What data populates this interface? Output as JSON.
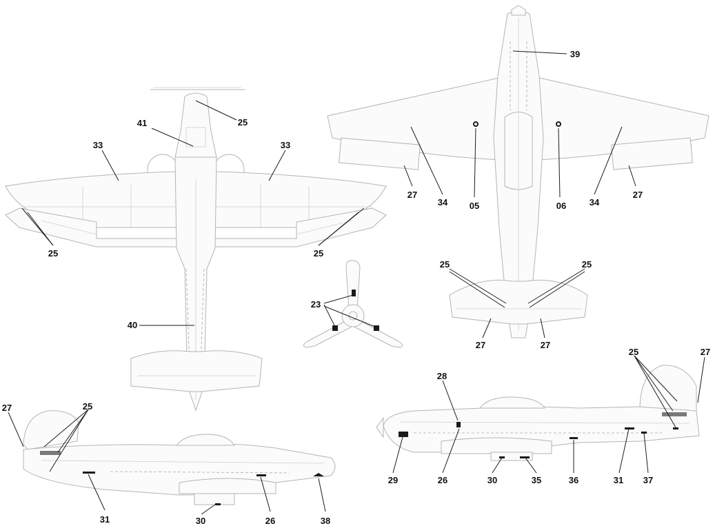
{
  "diagram": {
    "views": {
      "underside_left": {
        "callouts": [
          "25",
          "41",
          "33",
          "33",
          "25",
          "25",
          "40"
        ]
      },
      "top_right": {
        "callouts": [
          "39",
          "27",
          "34",
          "05",
          "06",
          "34",
          "27",
          "25",
          "25",
          "27",
          "27"
        ]
      },
      "propeller": {
        "callouts": [
          "23"
        ]
      },
      "side_left": {
        "callouts": [
          "27",
          "25",
          "31",
          "30",
          "26",
          "38"
        ]
      },
      "side_right": {
        "callouts": [
          "25",
          "27",
          "28",
          "29",
          "26",
          "30",
          "35",
          "36",
          "31",
          "37"
        ]
      }
    }
  }
}
